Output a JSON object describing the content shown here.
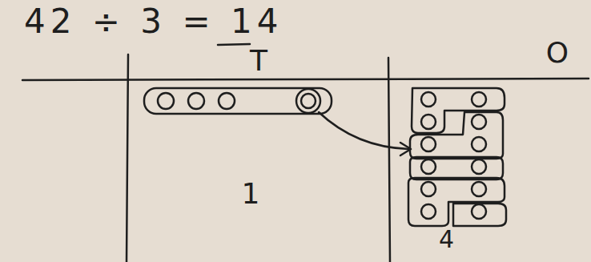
{
  "diagram": {
    "title": "42 ÷ 3 = 14",
    "nodes": [
      {
        "text": [
          "T",
          "1"
        ]
      },
      {
        "text": [
          "O",
          "4"
        ]
      }
    ]
  }
}
